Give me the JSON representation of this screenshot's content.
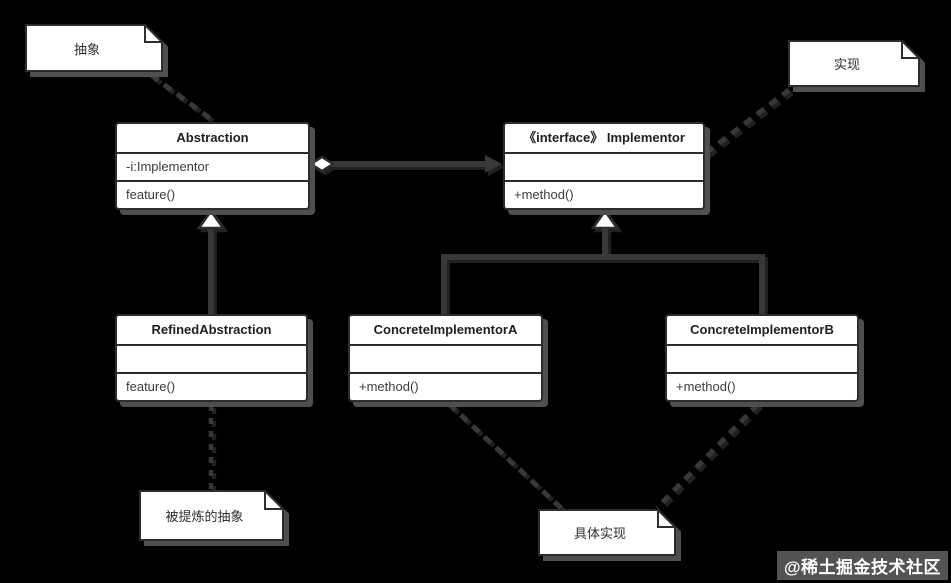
{
  "diagram": {
    "title": "Bridge pattern UML class diagram",
    "colors": {
      "background": "#000000",
      "box_fill": "#ffffff",
      "box_border": "#2d2d2d",
      "line": "#383838",
      "shadow": "#4f4f4f",
      "text": "#3d3d3d",
      "watermark_text": "#ffffff"
    },
    "classes": [
      {
        "name": "Abstraction",
        "attributes": "-i:Implementor",
        "methods": "feature()"
      },
      {
        "name": "《interface》 Implementor",
        "attributes": "",
        "methods": "+method()"
      },
      {
        "name": "RefinedAbstraction",
        "attributes": "",
        "methods": "feature()"
      },
      {
        "name": "ConcreteImplementorA",
        "attributes": "",
        "methods": "+method()"
      },
      {
        "name": "ConcreteImplementorB",
        "attributes": "",
        "methods": "+method()"
      }
    ],
    "notes": [
      {
        "text": "抽象",
        "attached_to": "Abstraction"
      },
      {
        "text": "实现",
        "attached_to": "《interface》 Implementor"
      },
      {
        "text": "被提炼的抽象",
        "attached_to": "RefinedAbstraction"
      },
      {
        "text": "具体实现",
        "attached_to": "ConcreteImplementorA, ConcreteImplementorB"
      }
    ],
    "relationships": [
      {
        "from": "Abstraction",
        "to": "《interface》 Implementor",
        "type": "aggregation (open diamond at Abstraction, arrow at Implementor)"
      },
      {
        "from": "RefinedAbstraction",
        "to": "Abstraction",
        "type": "generalization (hollow triangle)"
      },
      {
        "from": "ConcreteImplementorA",
        "to": "《interface》 Implementor",
        "type": "realization (hollow triangle, branched)"
      },
      {
        "from": "ConcreteImplementorB",
        "to": "《interface》 Implementor",
        "type": "realization (hollow triangle, branched)"
      }
    ],
    "watermark": "@稀土掘金技术社区"
  }
}
